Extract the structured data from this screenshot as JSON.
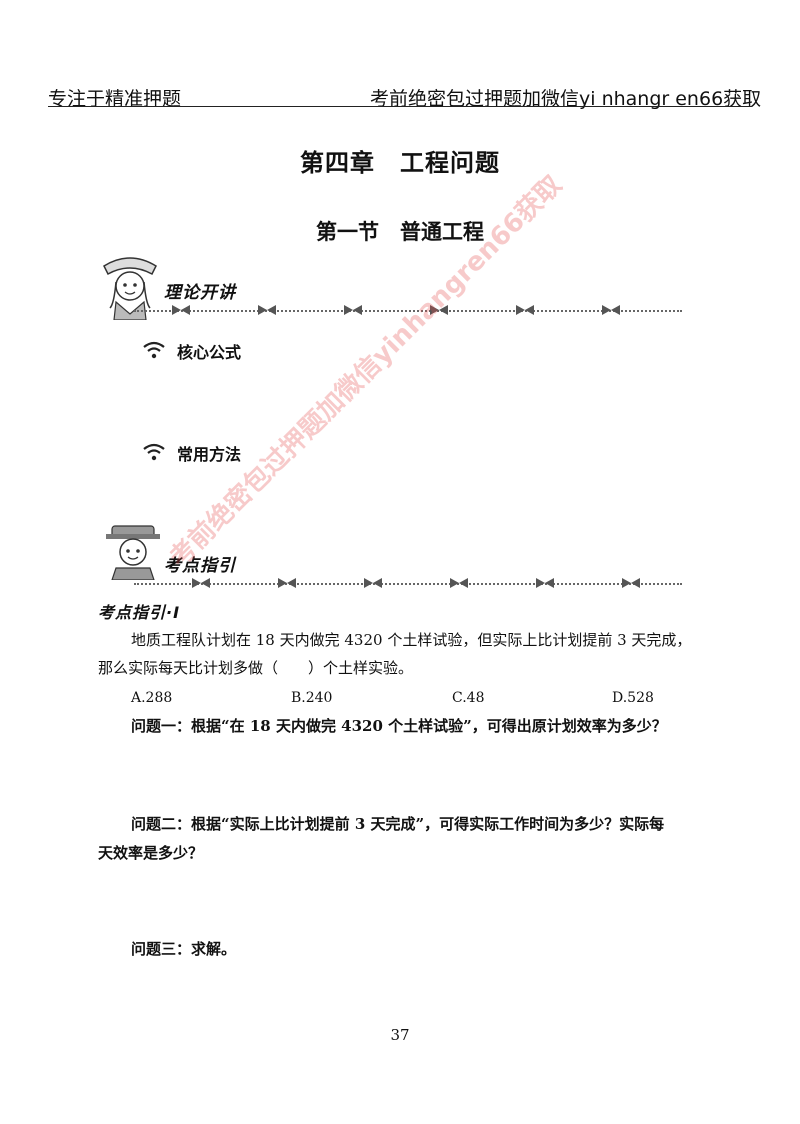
{
  "header": {
    "left": "专注于精准押题",
    "right": "考前绝密包过押题加微信yi nhangr en66获取"
  },
  "chapter_title": "第四章　工程问题",
  "section_title": "第一节　普通工程",
  "banner1": {
    "title": "理论开讲",
    "icon": "cartoon-teacher-icon"
  },
  "subsections": [
    {
      "title": "核心公式",
      "icon": "wifi-icon"
    },
    {
      "title": "常用方法",
      "icon": "wifi-icon"
    }
  ],
  "banner2": {
    "title": "考点指引",
    "icon": "cartoon-teacher-icon"
  },
  "example": {
    "label": "考点指引·Ⅰ",
    "question_line1": "地质工程队计划在 18 天内做完 4320 个土样试验，但实际上比计划提前 3 天完成，",
    "question_line2": "那么实际每天比计划多做（　　）个土样实验。",
    "options": [
      "A.288",
      "B.240",
      "C.48",
      "D.528"
    ],
    "q1": "问题一：根据“在 18 天内做完 4320 个土样试验”，可得出原计划效率为多少？",
    "q2_line1": "问题二：根据“实际上比计划提前 3 天完成”，可得实际工作时间为多少？实际每",
    "q2_line2": "天效率是多少？",
    "q3": "问题三：求解。"
  },
  "watermark": "考前绝密包过押题加微信yinhangren66获取",
  "page_number": "37",
  "colors": {
    "watermark": "#e65050",
    "text": "#111111"
  }
}
